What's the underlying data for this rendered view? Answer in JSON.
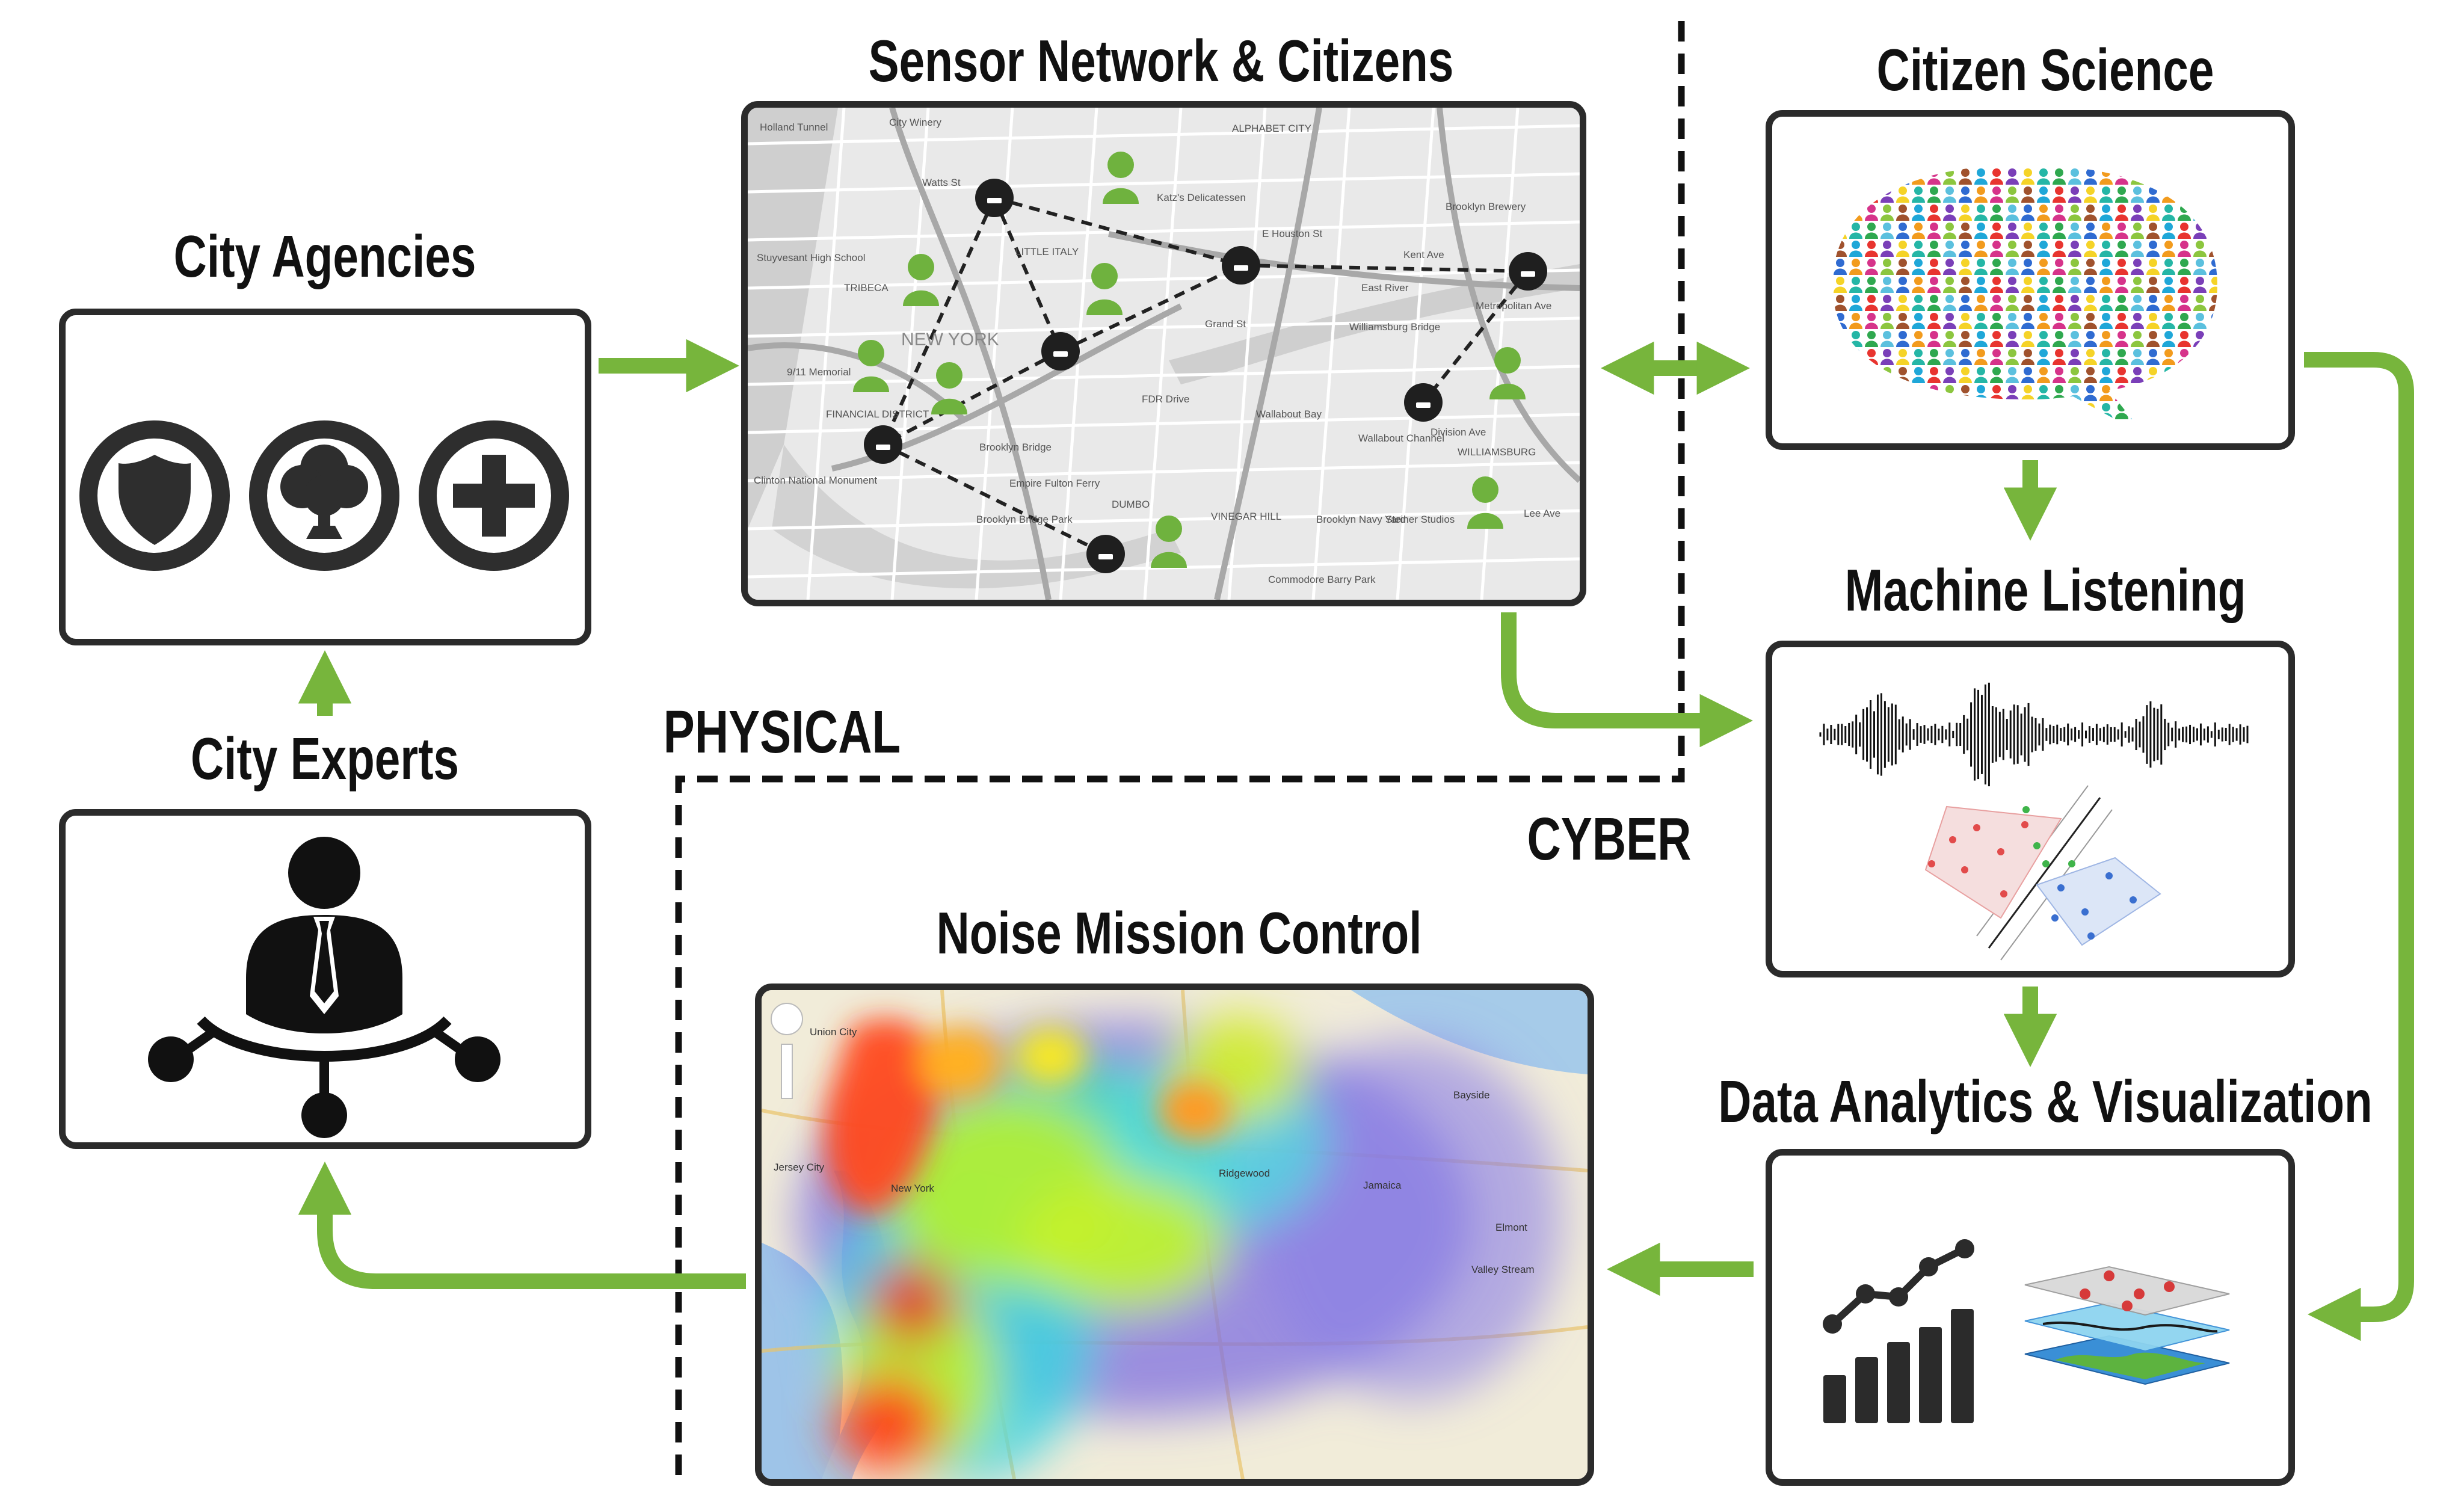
{
  "titles": {
    "city_agencies": "City Agencies",
    "city_experts": "City Experts",
    "sensor_network": "Sensor Network & Citizens",
    "citizen_science": "Citizen Science",
    "machine_listening": "Machine Listening",
    "data_analytics": "Data Analytics & Visualization",
    "noise_mission_control": "Noise Mission Control"
  },
  "region_labels": {
    "physical": "PHYSICAL",
    "cyber": "CYBER"
  },
  "map_labels": {
    "sensor_map": [
      "Holland Tunnel",
      "City Winery",
      "Watts St",
      "Katz's Delicatessen",
      "ALPHABET CITY",
      "Stuyvesant High School",
      "TRIBECA",
      "LITTLE ITALY",
      "E Houston St",
      "NEW YORK",
      "East River",
      "Brooklyn Brewery",
      "Williamsburg Bridge",
      "Grand St",
      "FDR Drive",
      "9/11 Memorial",
      "FINANCIAL DISTRICT",
      "Brooklyn Bridge",
      "Empire Fulton Ferry",
      "DUMBO",
      "VINEGAR HILL",
      "Wallabout Bay",
      "Brooklyn Navy Yard",
      "Steiner Studios",
      "WILLIAMSBURG",
      "Clinton National Monument",
      "Commodore Barry Park",
      "Division Ave",
      "Metropolitan Ave",
      "Kent Ave",
      "Lee Ave",
      "Wallabout Channel",
      "Brooklyn Bridge Park"
    ],
    "heat_map": [
      "Union City",
      "New York",
      "Jersey City",
      "Ridgewood",
      "Bayside",
      "Jamaica",
      "Valley Stream",
      "Elmont"
    ]
  },
  "colors": {
    "arrow_green": "#77b53c",
    "box_border": "#2b2b2b",
    "icon_dark": "#2e2e2e"
  },
  "icons": {
    "agencies": [
      "police-shield-icon",
      "parks-tree-icon",
      "health-cross-icon"
    ],
    "experts": "expert-network-icon",
    "analytics": [
      "bar-chart-icon",
      "layered-map-icon"
    ]
  }
}
